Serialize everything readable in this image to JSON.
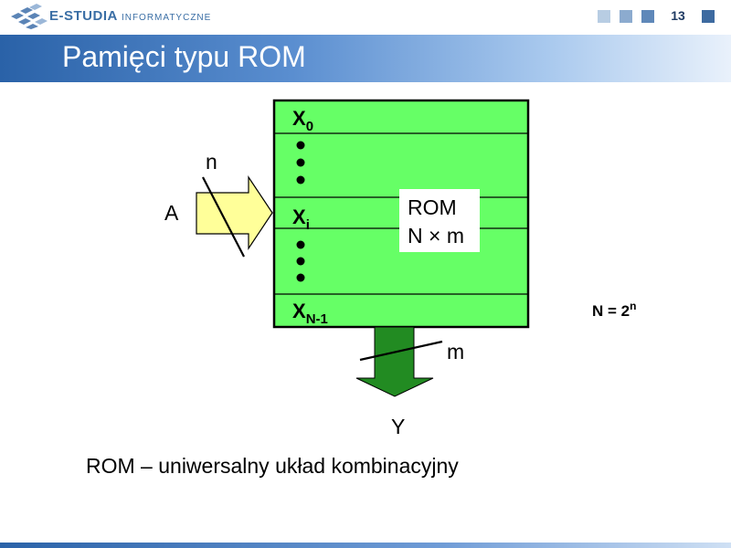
{
  "header": {
    "logo_icon": "e-studia-logo-icon",
    "brand_main": "E-STUDIA",
    "brand_sub": "INFORMATYCZNE",
    "page_number": "13",
    "nav_square_colors": [
      "#b8cde3",
      "#8cabcf",
      "#5f88b9",
      "#3d6aa0"
    ]
  },
  "slide": {
    "title": "Pamięci typu ROM"
  },
  "diagram": {
    "rows": [
      {
        "base": "X",
        "sub": "0"
      },
      {
        "base": "X",
        "sub": "i"
      },
      {
        "base": "X",
        "sub": "N-1"
      }
    ],
    "rom_label_line1": "ROM",
    "rom_label_line2": "N × m",
    "input_label": "A",
    "input_width_label": "n",
    "output_label": "Y",
    "output_width_label": "m",
    "formula_base": "N = 2",
    "formula_exp": "n",
    "colors": {
      "rom_fill": "#66ff66",
      "input_arrow": "#ffff99",
      "output_arrow": "#228b22"
    }
  },
  "caption": "ROM – uniwersalny układ kombinacyjny"
}
